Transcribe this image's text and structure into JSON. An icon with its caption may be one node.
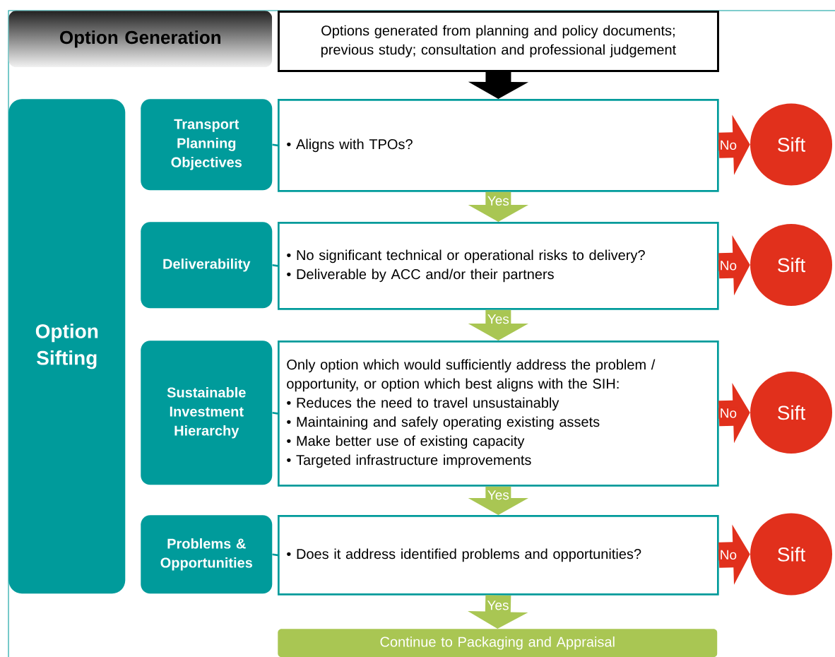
{
  "diagram": {
    "nodes": [
      {
        "text": [
          "Option Generation"
        ]
      },
      {
        "text": [
          "Options generated from planning and policy documents; previous study; consultation and professional judgement"
        ]
      },
      {
        "text": [
          "Option Sifting"
        ]
      },
      {
        "text": [
          "Transport Planning Objectives"
        ]
      },
      {
        "text": [
          "•  Aligns with TPOs?"
        ]
      },
      {
        "text": [
          "Sift"
        ]
      },
      {
        "text": [
          "Deliverability"
        ]
      },
      {
        "text": [
          "• No significant technical or operational risks to delivery?",
          "• Deliverable by ACC and/or their partners"
        ]
      },
      {
        "text": [
          "Sift"
        ]
      },
      {
        "text": [
          "Sustainable Investment Hierarchy"
        ]
      },
      {
        "text": [
          "Only option which would sufficiently address the problem / opportunity, or option which best aligns with the SIH:",
          "• Reduces the need to travel unsustainably",
          "• Maintaining and safely operating existing assets",
          "• Make better use of existing capacity",
          "• Targeted infrastructure improvements"
        ]
      },
      {
        "text": [
          "Sift"
        ]
      },
      {
        "text": [
          "Problems & Opportunities"
        ]
      },
      {
        "text": [
          "•  Does it address identified problems and opportunities?"
        ]
      },
      {
        "text": [
          "Sift"
        ]
      },
      {
        "text": [
          "Continue to Packaging and Appraisal"
        ]
      }
    ],
    "edges": [
      {
        "from": 1,
        "to": 4,
        "arrow": "to",
        "color": "#000000"
      },
      {
        "from": 3,
        "to": 4,
        "arrow": "none",
        "color": "#009b9b"
      },
      {
        "from": 4,
        "to": 5,
        "arrow": "to",
        "label": "No",
        "color": "#e1301c"
      },
      {
        "from": 4,
        "to": 7,
        "arrow": "to",
        "label": "Yes",
        "color": "#a9c653"
      },
      {
        "from": 6,
        "to": 7,
        "arrow": "none",
        "color": "#009b9b"
      },
      {
        "from": 7,
        "to": 8,
        "arrow": "to",
        "label": "No",
        "color": "#e1301c"
      },
      {
        "from": 7,
        "to": 10,
        "arrow": "to",
        "label": "Yes",
        "color": "#a9c653"
      },
      {
        "from": 9,
        "to": 10,
        "arrow": "none",
        "color": "#009b9b"
      },
      {
        "from": 10,
        "to": 11,
        "arrow": "to",
        "label": "No",
        "color": "#e1301c"
      },
      {
        "from": 10,
        "to": 13,
        "arrow": "to",
        "label": "Yes",
        "color": "#a9c653"
      },
      {
        "from": 12,
        "to": 13,
        "arrow": "none",
        "color": "#009b9b"
      },
      {
        "from": 13,
        "to": 14,
        "arrow": "to",
        "label": "No",
        "color": "#e1301c"
      },
      {
        "from": 13,
        "to": 15,
        "arrow": "to",
        "label": "Yes",
        "color": "#a9c653"
      }
    ]
  }
}
